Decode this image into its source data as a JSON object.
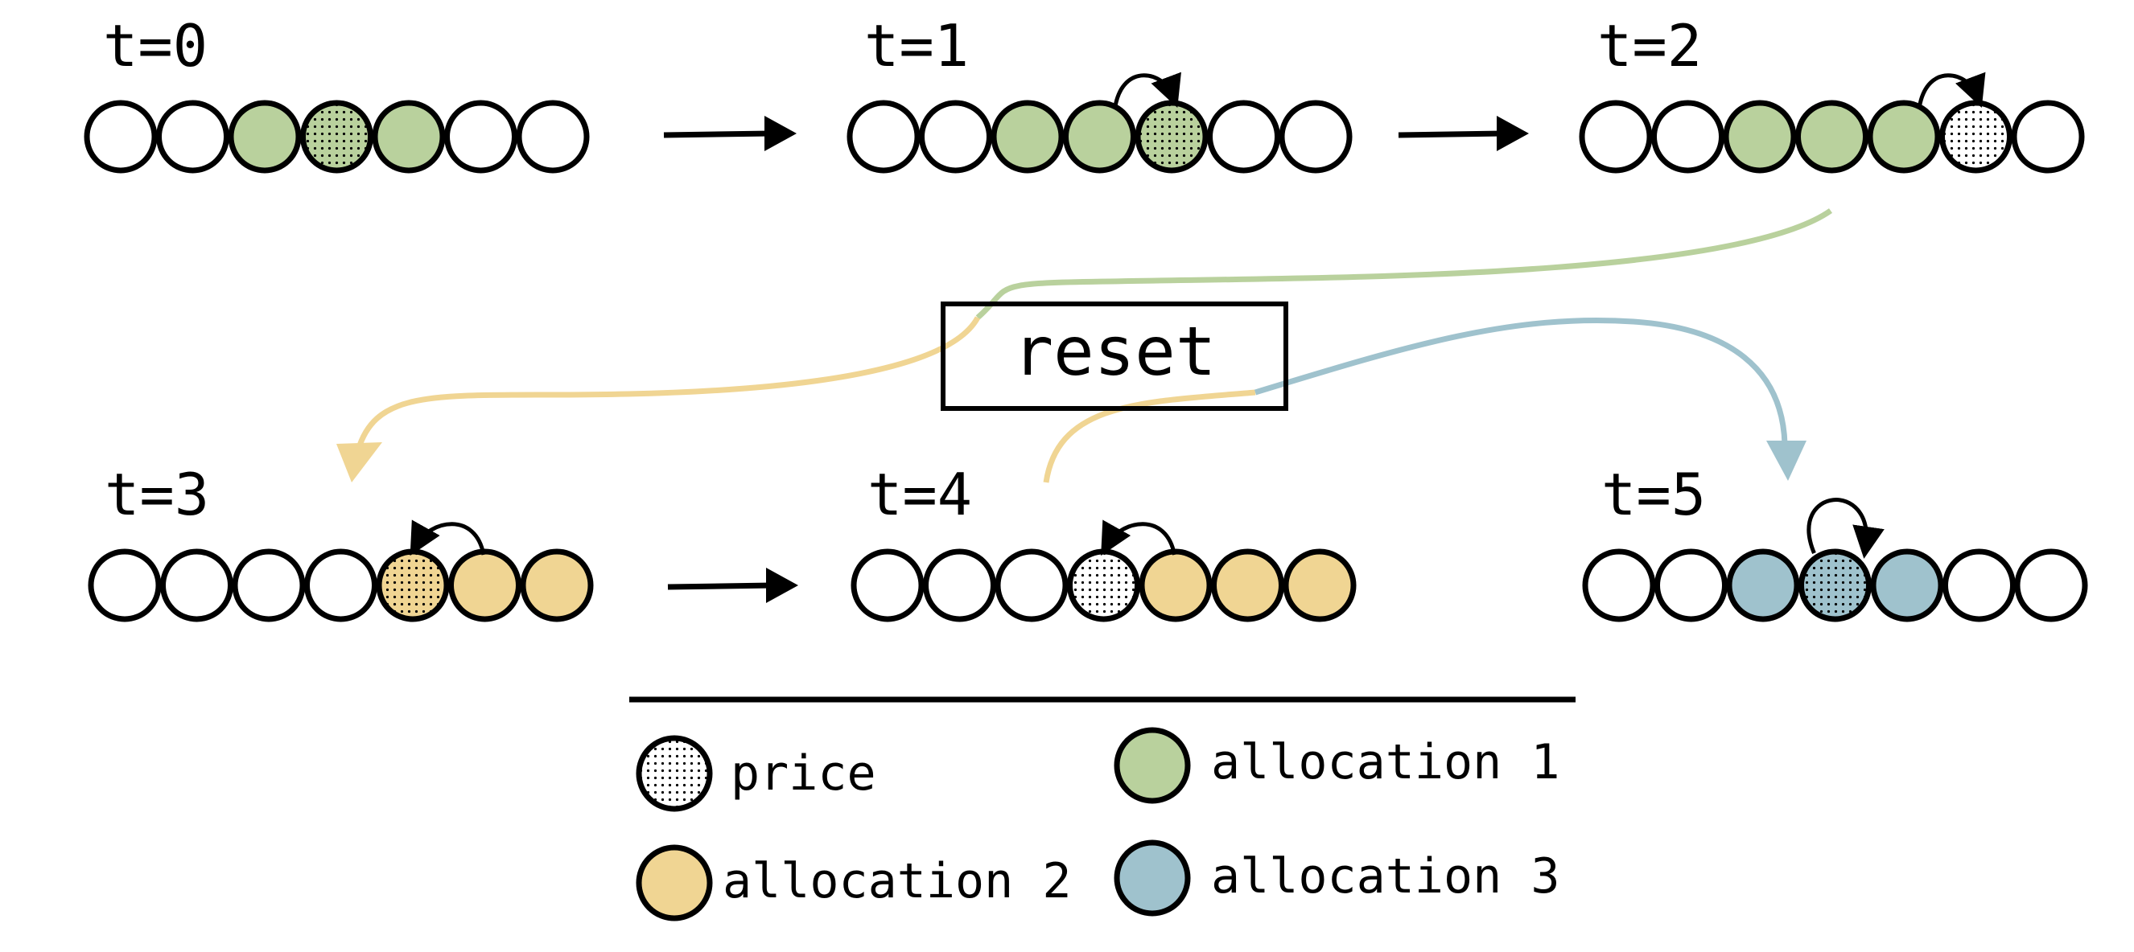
{
  "colors": {
    "outline": "#000000",
    "empty": "#ffffff",
    "allocation_1": "#b9d19d",
    "allocation_2": "#f0d593",
    "allocation_3": "#9fc2cd",
    "arrow": "#000000"
  },
  "steps": [
    {
      "label": "t=0",
      "cells": [
        "empty",
        "empty",
        "allocation_1",
        "allocation_1",
        "allocation_1",
        "empty",
        "empty"
      ],
      "price_index": 3,
      "price_arrow": null
    },
    {
      "label": "t=1",
      "cells": [
        "empty",
        "empty",
        "allocation_1",
        "allocation_1",
        "allocation_1",
        "empty",
        "empty"
      ],
      "price_index": 4,
      "price_arrow": "right"
    },
    {
      "label": "t=2",
      "cells": [
        "empty",
        "empty",
        "allocation_1",
        "allocation_1",
        "allocation_1",
        "empty",
        "empty"
      ],
      "price_index": 5,
      "price_arrow": "right"
    },
    {
      "label": "t=3",
      "cells": [
        "empty",
        "empty",
        "empty",
        "empty",
        "allocation_2",
        "allocation_2",
        "allocation_2"
      ],
      "price_index": 4,
      "price_arrow": "left"
    },
    {
      "label": "t=4",
      "cells": [
        "empty",
        "empty",
        "empty",
        "empty",
        "allocation_2",
        "allocation_2",
        "allocation_2"
      ],
      "price_index": 3,
      "price_arrow": "left"
    },
    {
      "label": "t=5",
      "cells": [
        "empty",
        "empty",
        "allocation_3",
        "allocation_3",
        "allocation_3",
        "empty",
        "empty"
      ],
      "price_index": 3,
      "price_arrow": "loop"
    }
  ],
  "reset": {
    "label": "reset"
  },
  "legend": {
    "items": [
      {
        "key": "price",
        "label": "price"
      },
      {
        "key": "allocation_1",
        "label": "allocation 1"
      },
      {
        "key": "allocation_2",
        "label": "allocation 2"
      },
      {
        "key": "allocation_3",
        "label": "allocation 3"
      }
    ]
  }
}
